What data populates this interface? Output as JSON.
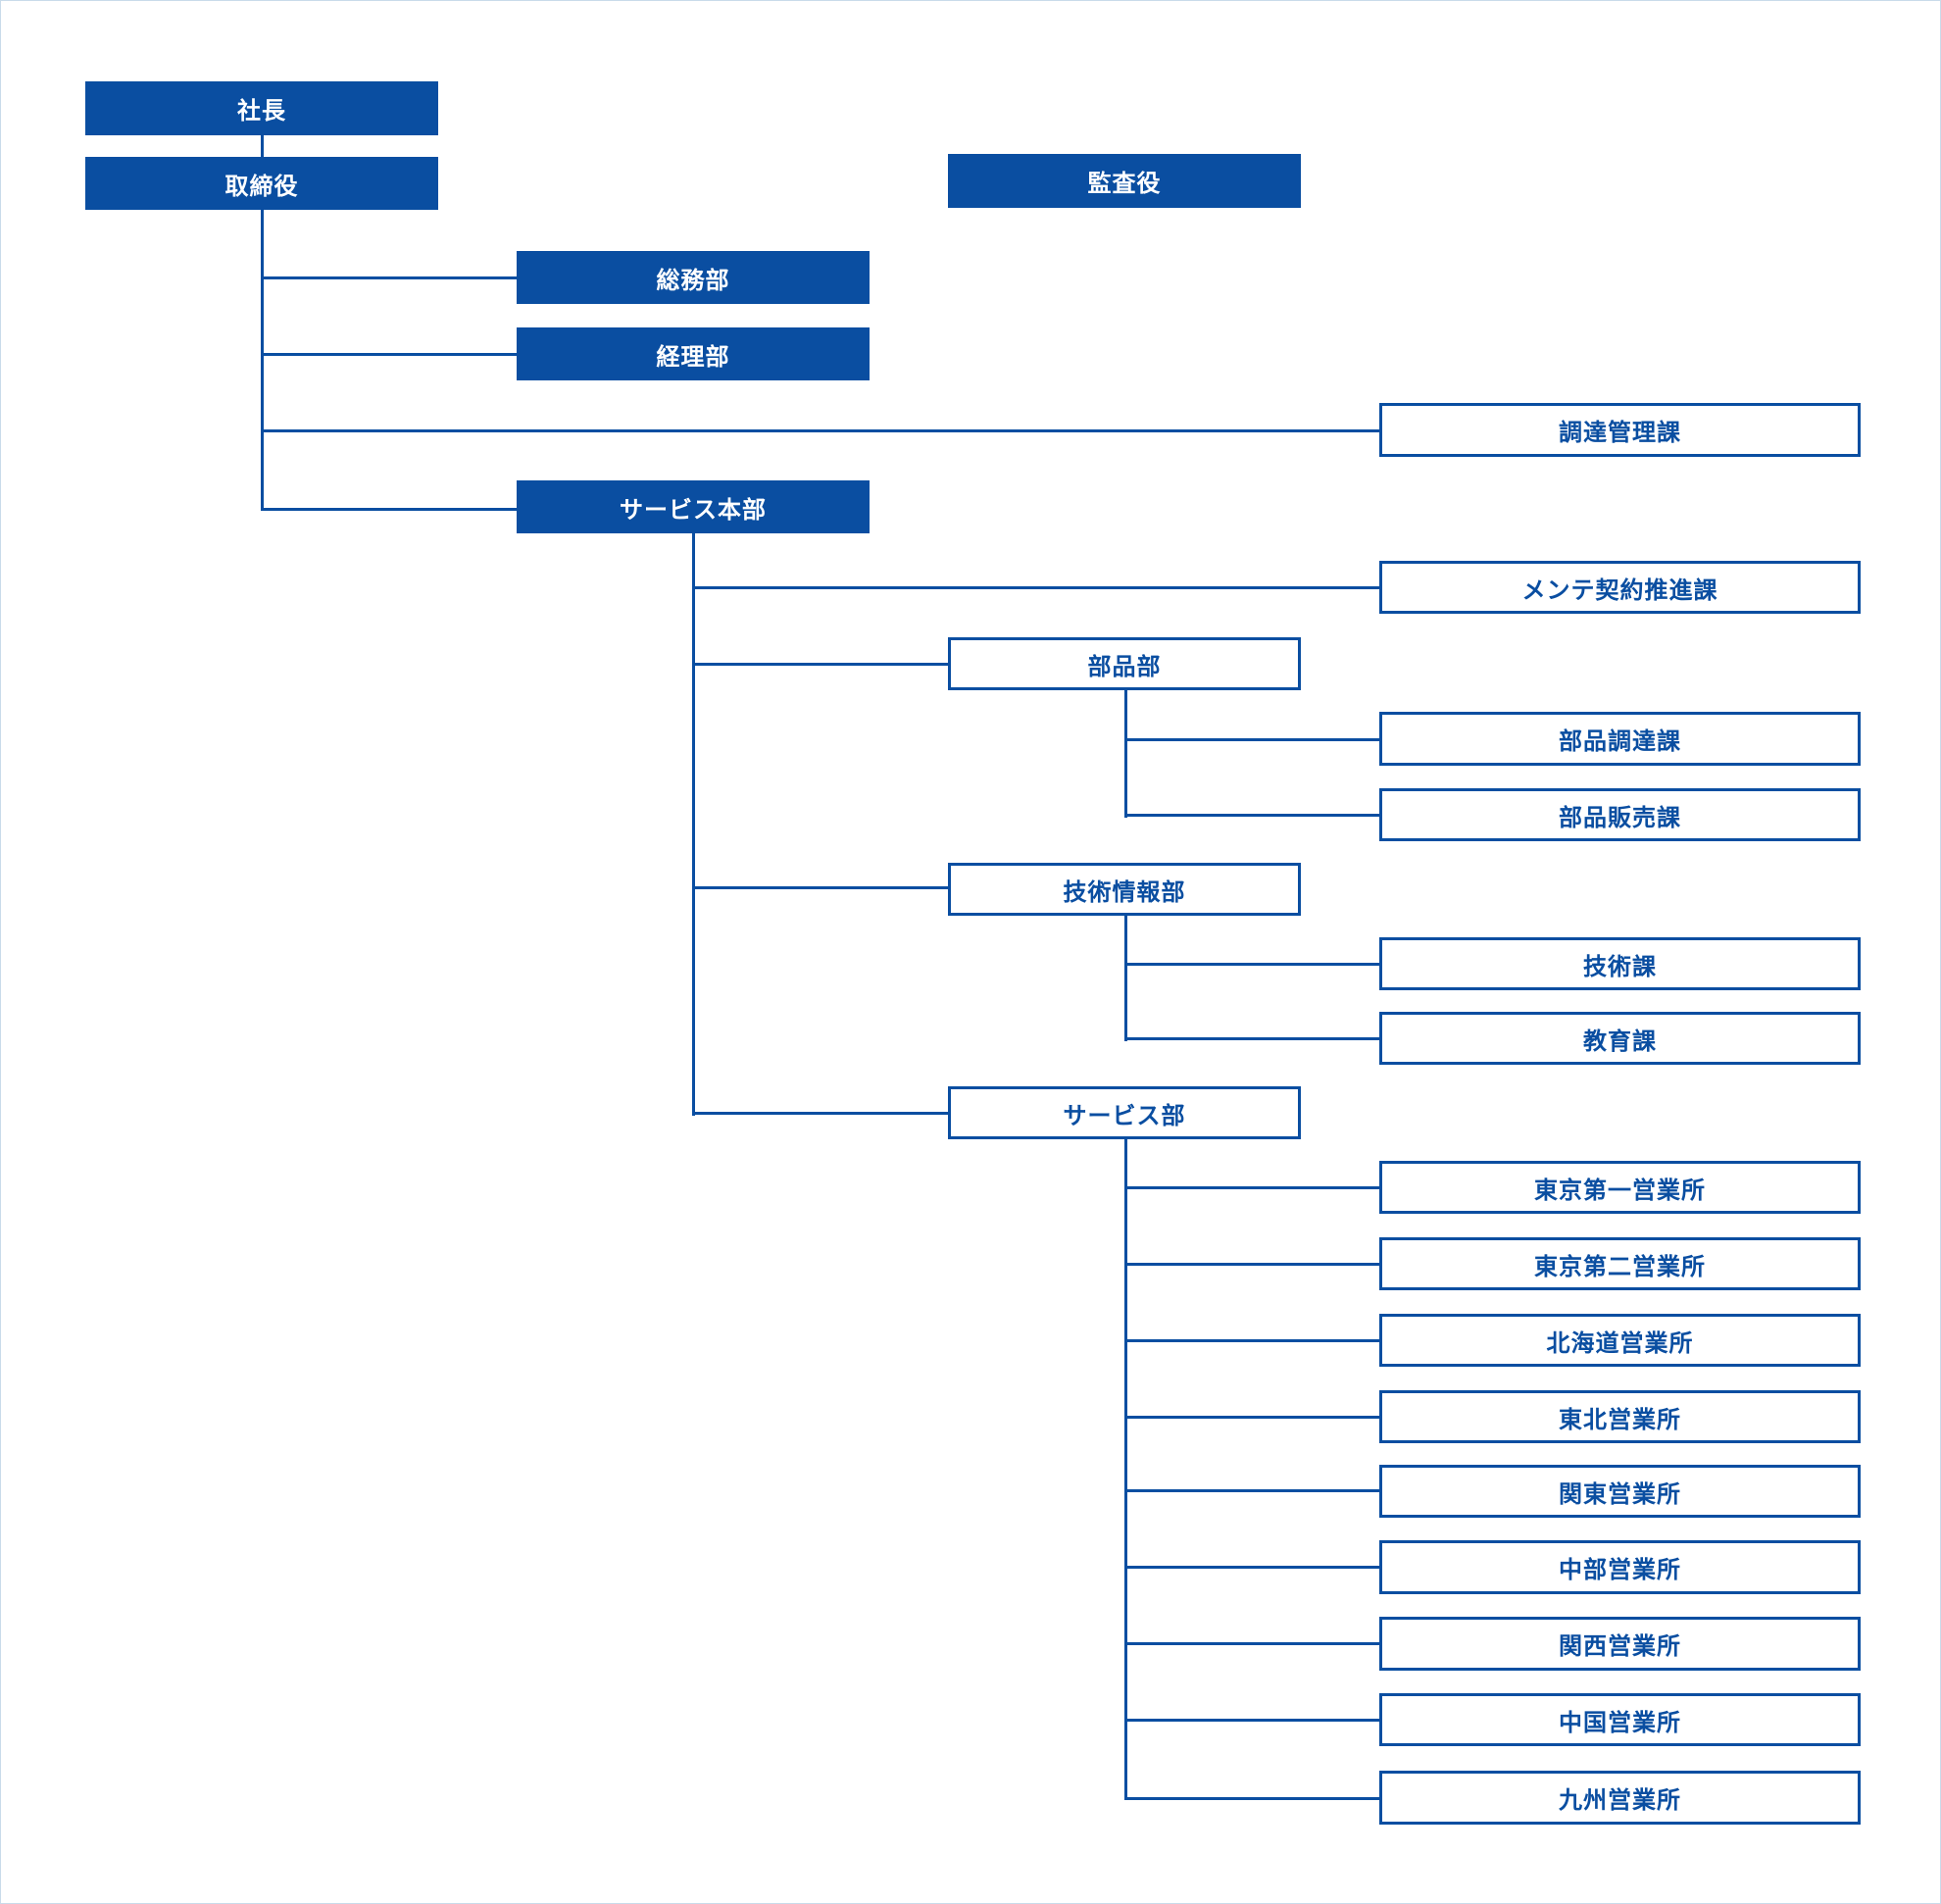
{
  "colors": {
    "primary": "#0a4ea1",
    "background": "#ffffff",
    "frame_border": "#c9dbea"
  },
  "org": {
    "president": "社長",
    "directors": "取締役",
    "auditor": "監査役",
    "general_affairs": "総務部",
    "accounting": "経理部",
    "procurement_section": "調達管理課",
    "service_hq": "サービス本部",
    "maintenance_contract_section": "メンテ契約推進課",
    "parts_dept": "部品部",
    "parts_procurement_section": "部品調達課",
    "parts_sales_section": "部品販売課",
    "tech_info_dept": "技術情報部",
    "tech_section": "技術課",
    "education_section": "教育課",
    "service_dept": "サービス部",
    "offices": [
      "東京第一営業所",
      "東京第二営業所",
      "北海道営業所",
      "東北営業所",
      "関東営業所",
      "中部営業所",
      "関西営業所",
      "中国営業所",
      "九州営業所"
    ]
  }
}
